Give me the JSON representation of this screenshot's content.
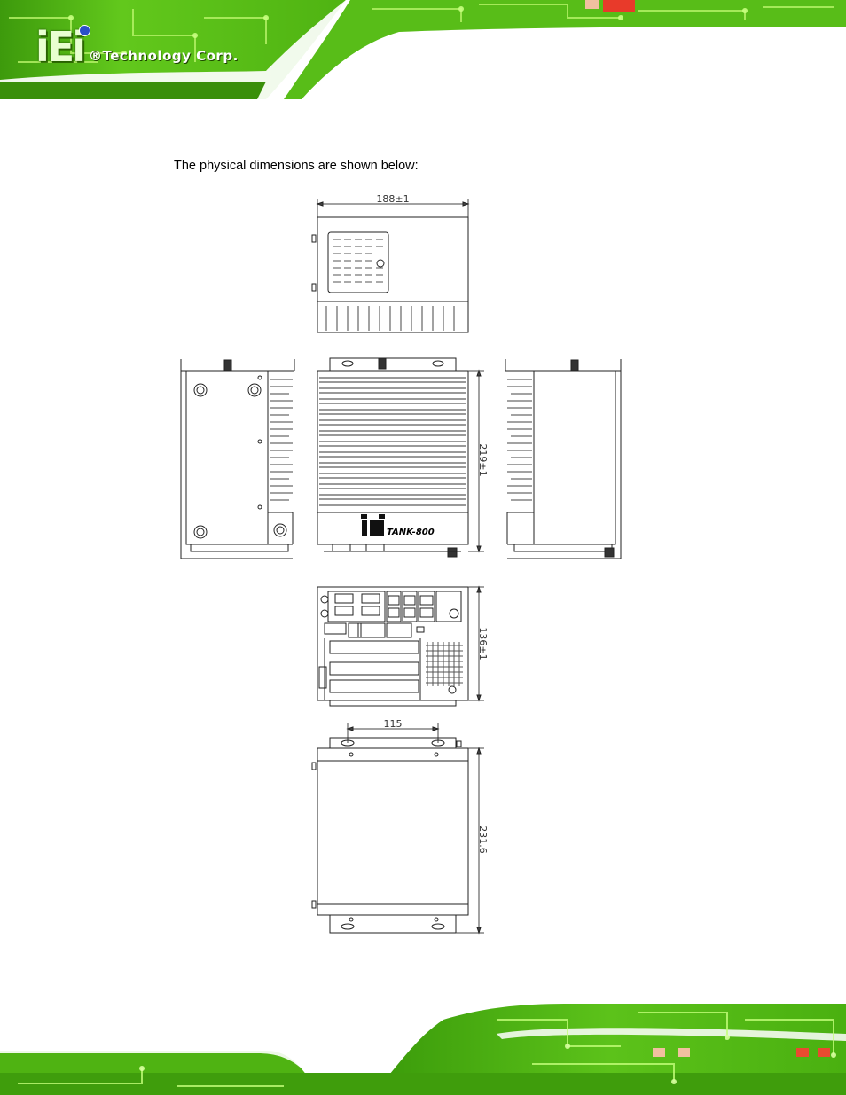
{
  "header": {
    "logo_letters": "iEi",
    "logo_text": "®Technology Corp."
  },
  "intro_text": "The physical dimensions are shown below:",
  "dimensions": {
    "top_width": "188±1",
    "front_height": "219±1",
    "rear_height": "136±1",
    "bottom_mount_width": "115",
    "bottom_height": "231.6"
  },
  "front_brand": {
    "logo": "iEi",
    "model": "TANK-800"
  },
  "colors": {
    "pcb_green": "#5cc21a",
    "pcb_dark": "#2f7a06",
    "pcb_light": "#b5f05a",
    "drawing_line": "#222222"
  }
}
